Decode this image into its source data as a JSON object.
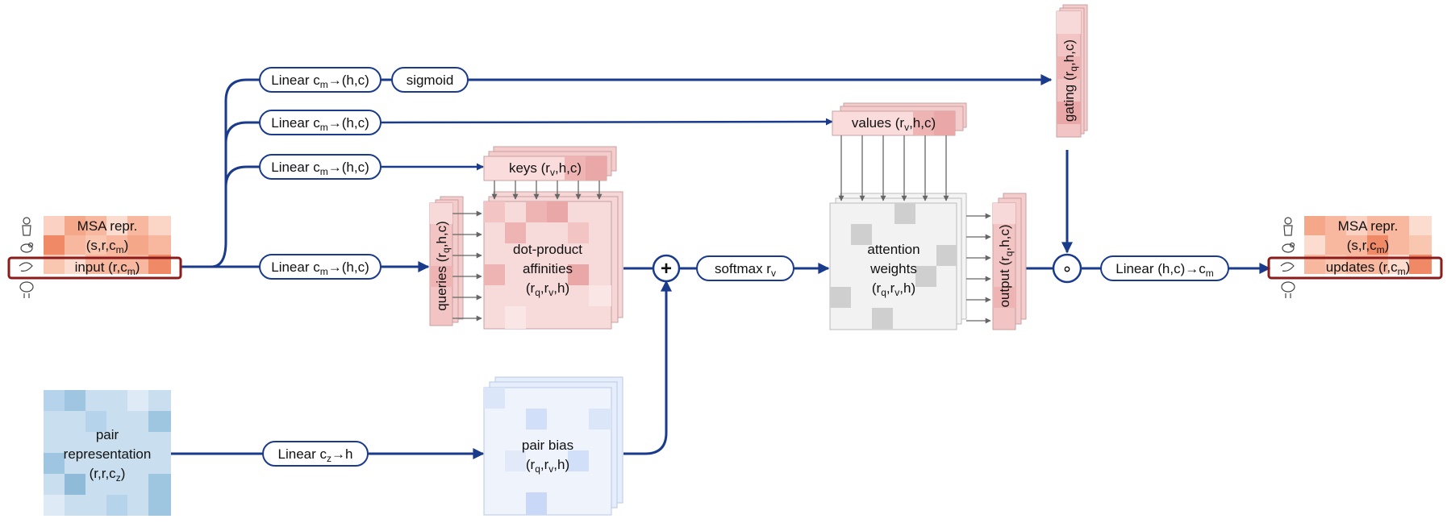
{
  "msa_in": {
    "line1": "MSA repr.",
    "line2": "(s,r,c",
    "line2_sub": "m",
    "line2_end": ")",
    "row": "input (r,c",
    "row_sub": "m",
    "row_end": ")"
  },
  "msa_out": {
    "line1": "MSA repr.",
    "line2": "(s,r,c",
    "line2_sub": "m",
    "line2_end": ")",
    "row": "updates (r,c",
    "row_sub": "m",
    "row_end": ")"
  },
  "linear_gate": {
    "pre": "Linear c",
    "sub": "m",
    "post": "→(h,c)"
  },
  "sigmoid": "sigmoid",
  "linear_values": {
    "pre": "Linear c",
    "sub": "m",
    "post": "→(h,c)"
  },
  "linear_keys": {
    "pre": "Linear c",
    "sub": "m",
    "post": "→(h,c)"
  },
  "linear_queries": {
    "pre": "Linear c",
    "sub": "m",
    "post": "→(h,c)"
  },
  "gating": {
    "pre": "gating (r",
    "sub": "q",
    "post": ",h,c)"
  },
  "values": {
    "pre": "values (r",
    "sub": "v",
    "post": ",h,c)"
  },
  "keys": {
    "pre": "keys (r",
    "sub": "v",
    "post": ",h,c)"
  },
  "queries": {
    "pre": "queries (r",
    "sub": "q",
    "post": ",h,c)"
  },
  "affinities": {
    "line1": "dot-product",
    "line2": "affinities",
    "l3a": "(r",
    "l3b": "q",
    "l3c": ",r",
    "l3d": "v",
    "l3e": ",h)"
  },
  "plus": "+",
  "softmax": {
    "pre": "softmax r",
    "sub": "v"
  },
  "attention": {
    "line1": "attention",
    "line2": "weights",
    "l3a": "(r",
    "l3b": "q",
    "l3c": ",r",
    "l3d": "v",
    "l3e": ",h)"
  },
  "output": {
    "pre": "output (r",
    "sub": "q",
    "post": ",h,c)"
  },
  "gate_op": "∘",
  "linear_out": {
    "pre": "Linear (h,c)→c",
    "sub": "m"
  },
  "pair_repr": {
    "line1": "pair",
    "line2": "representation",
    "l3a": "(r,r,c",
    "l3b": "z",
    "l3c": ")"
  },
  "linear_pair": {
    "pre": "Linear c",
    "sub": "z",
    "post": "→h"
  },
  "pair_bias": {
    "line1": "pair bias",
    "l2a": "(r",
    "l2b": "q",
    "l2c": ",r",
    "l2d": "v",
    "l2e": ",h)"
  },
  "colors": {
    "edge": "#1a3a8c",
    "highlight": "#8b1a1a",
    "red_dark": "#f08a66",
    "red_light": "#fbe0d6",
    "blue_dark": "#9fc6e0",
    "pale_red": "#f2c4c4"
  }
}
